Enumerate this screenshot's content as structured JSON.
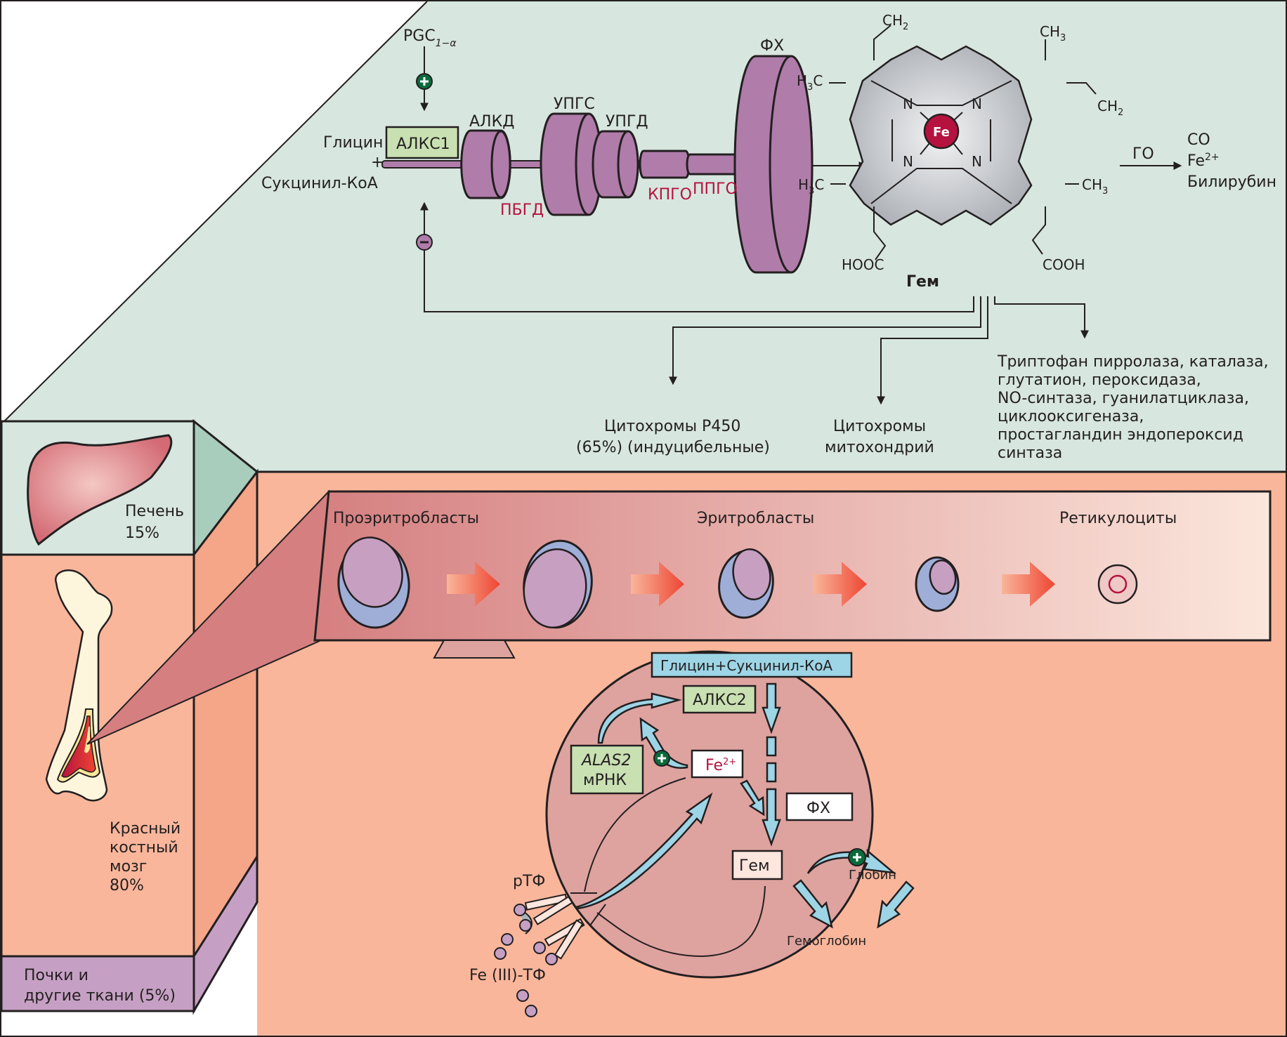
{
  "colors": {
    "top_panel_bg": "#d7e6df",
    "liver_side": "#a9cdbc",
    "bone_panel_bg": "#f9b69b",
    "bone_side": "#f5a588",
    "kidney_bg": "#c6a0c4",
    "enzyme_purple": "#b07caa",
    "alas_box": "#c9e0b2",
    "cell_circle": "#dea39f",
    "blue_arrow": "#9dd5e6",
    "plus_green": "#0a6b3c",
    "minus_purple": "#b07caa",
    "fe_red": "#b5123f"
  },
  "top_panel": {
    "pgc_label": "PGC",
    "pgc_sub": "1−α",
    "alas1_label": "АЛКС1",
    "glycine": "Глицин",
    "plus": "+",
    "succinyl": "Сукцинил-КоА",
    "enzymes": {
      "alkd": "АЛКД",
      "pbgd": "ПБГД",
      "upgs": "УПГС",
      "upgd": "УПГД",
      "kpgo": "КПГО",
      "ppgo": "ППГО",
      "fx": "ФХ"
    },
    "heme_molecule": {
      "fe": "Fe",
      "n": "N",
      "ch2_top": "CH",
      "ch2_right": "CH",
      "ch3_top": "CH",
      "ch3_right": "CH",
      "h3c_top": "H",
      "h3c_bottom": "H",
      "hooc": "HOOC",
      "cooh": "COOH",
      "sub2": "2",
      "sub3": "3",
      "c": "C"
    },
    "heme_label": "Гем",
    "ho_label": "ГО",
    "products": [
      "CO",
      "Fe",
      "Билирубин"
    ],
    "fe_charge": "2+",
    "destinations": {
      "p450_line1": "Цитохромы Р450",
      "p450_line2": "(65%) (индуцибельные)",
      "mito_line1": "Цитохромы",
      "mito_line2": "митохондрий",
      "others": [
        "Триптофан пирролаза, каталаза,",
        "глутатион, пероксидаза,",
        "NO-синтаза, гуанилатциклаза,",
        "циклооксигеназа,",
        "простагландин эндопероксид",
        "синтаза"
      ]
    }
  },
  "tissues": {
    "liver_line1": "Печень",
    "liver_line2": "15%",
    "marrow": [
      "Красный",
      "костный",
      "мозг",
      "80%"
    ],
    "kidney_line1": "Почки и",
    "kidney_line2": "другие ткани (5%)"
  },
  "maturation": {
    "stages": [
      "Проэритробласты",
      "Эритробласты",
      "Ретикулоциты"
    ]
  },
  "cell": {
    "substrate": "Глицин+Сукцинил-КоА",
    "alas2": "АЛКС2",
    "alas2_mrna_line1": "ALAS2",
    "alas2_mrna_line2": "мРНК",
    "fe": "Fe",
    "fe_charge": "2+",
    "fx": "ФХ",
    "heme": "Гем",
    "globin": "Глобин",
    "hemoglobin": "Гемоглобин",
    "rtf": "рТФ",
    "fe_tf": "Fe (III)-ТФ"
  }
}
